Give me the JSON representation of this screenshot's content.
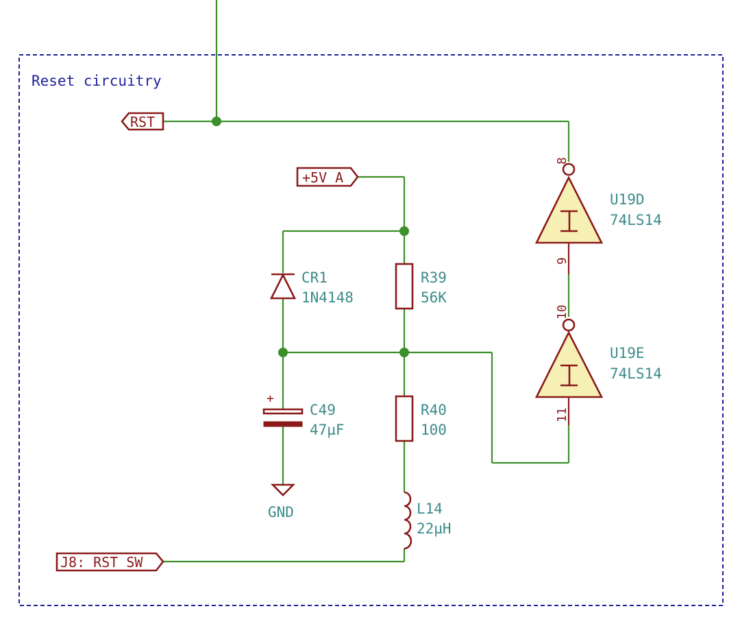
{
  "section_title": "Reset circuitry",
  "labels": {
    "rst": "RST",
    "vcc": "+5V_A",
    "rst_sw": "J8:_RST_SW"
  },
  "components": {
    "u19d": {
      "ref": "U19D",
      "value": "74LS14",
      "pin_in": "8",
      "pin_out": "9"
    },
    "u19e": {
      "ref": "U19E",
      "value": "74LS14",
      "pin_in": "10",
      "pin_out": "11"
    },
    "cr1": {
      "ref": "CR1",
      "value": "1N4148"
    },
    "r39": {
      "ref": "R39",
      "value": "56K"
    },
    "r40": {
      "ref": "R40",
      "value": "100"
    },
    "c49": {
      "ref": "C49",
      "value": "47µF",
      "polarity": "+"
    },
    "l14": {
      "ref": "L14",
      "value": "22µH"
    },
    "gnd": {
      "label": "GND"
    }
  },
  "colors": {
    "wire": "#3c8f2a",
    "component": "#8b1a1a",
    "gate_fill": "#f7f0b4",
    "text": "#3d8a8a",
    "frame": "#1f1f9e"
  }
}
